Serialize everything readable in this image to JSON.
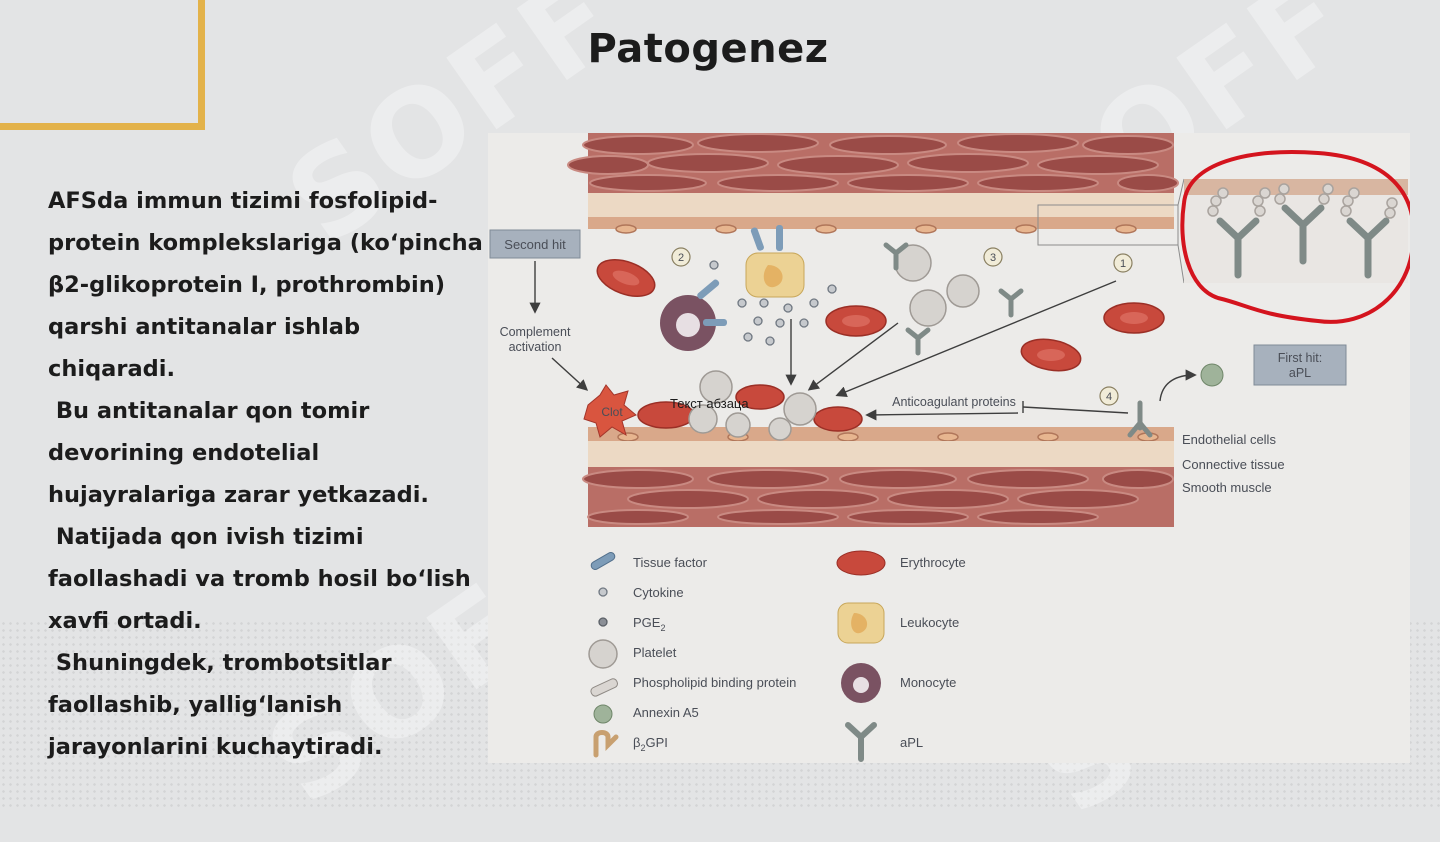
{
  "slide": {
    "title": "Patogenez",
    "paragraphs": [
      "AFSda immun tizimi fosfolipid-protein komplekslariga (ko‘pincha β2-glikoprotein I, prothrombin) qarshi antitanalar ishlab chiqaradi.",
      " Bu antitanalar qon tomir devorining endotelial hujayralariga zarar yetkazadi.",
      " Natijada qon ivish tizimi faollashadi va tromb hosil bo‘lish xavfi ortadi.",
      " Shuningdek, trombotsitlar faollashib, yallig‘lanish jarayonlarini kuchaytiradi."
    ],
    "image_caption": "Текст абзаца",
    "watermark": "SOFF"
  },
  "figure": {
    "second_hit": "Second hit",
    "complement_activation_1": "Complement",
    "complement_activation_2": "activation",
    "clot": "Clot",
    "anticoagulant_proteins": "Anticoagulant proteins",
    "first_hit_1": "First hit:",
    "first_hit_2": "aPL",
    "layer_endothelial": "Endothelial cells",
    "layer_connective": "Connective tissue",
    "layer_smooth": "Smooth muscle",
    "step_1": "1",
    "step_2": "2",
    "step_3": "3",
    "step_4": "4",
    "legend": {
      "tissue_factor": "Tissue factor",
      "cytokine": "Cytokine",
      "pge2": "PGE",
      "pge2_sub": "2",
      "platelet": "Platelet",
      "phospholipid": "Phospholipid binding protein",
      "annexin": "Annexin A5",
      "b2gpi_pre": "β",
      "b2gpi_sub": "2",
      "b2gpi_post": "GPI",
      "erythrocyte": "Erythrocyte",
      "leukocyte": "Leukocyte",
      "monocyte": "Monocyte",
      "apl": "aPL"
    }
  },
  "colors": {
    "accent_gold": "#e3b24a",
    "highlight_red": "#d4141e",
    "muscle": "#a55a54",
    "erythrocyte": "#c8493c",
    "leukocyte": "#ecd294",
    "monocyte": "#7a5262",
    "platelet": "#d6d3cf",
    "apl": "#7f8a87",
    "label_box": "#a7b1bd"
  }
}
